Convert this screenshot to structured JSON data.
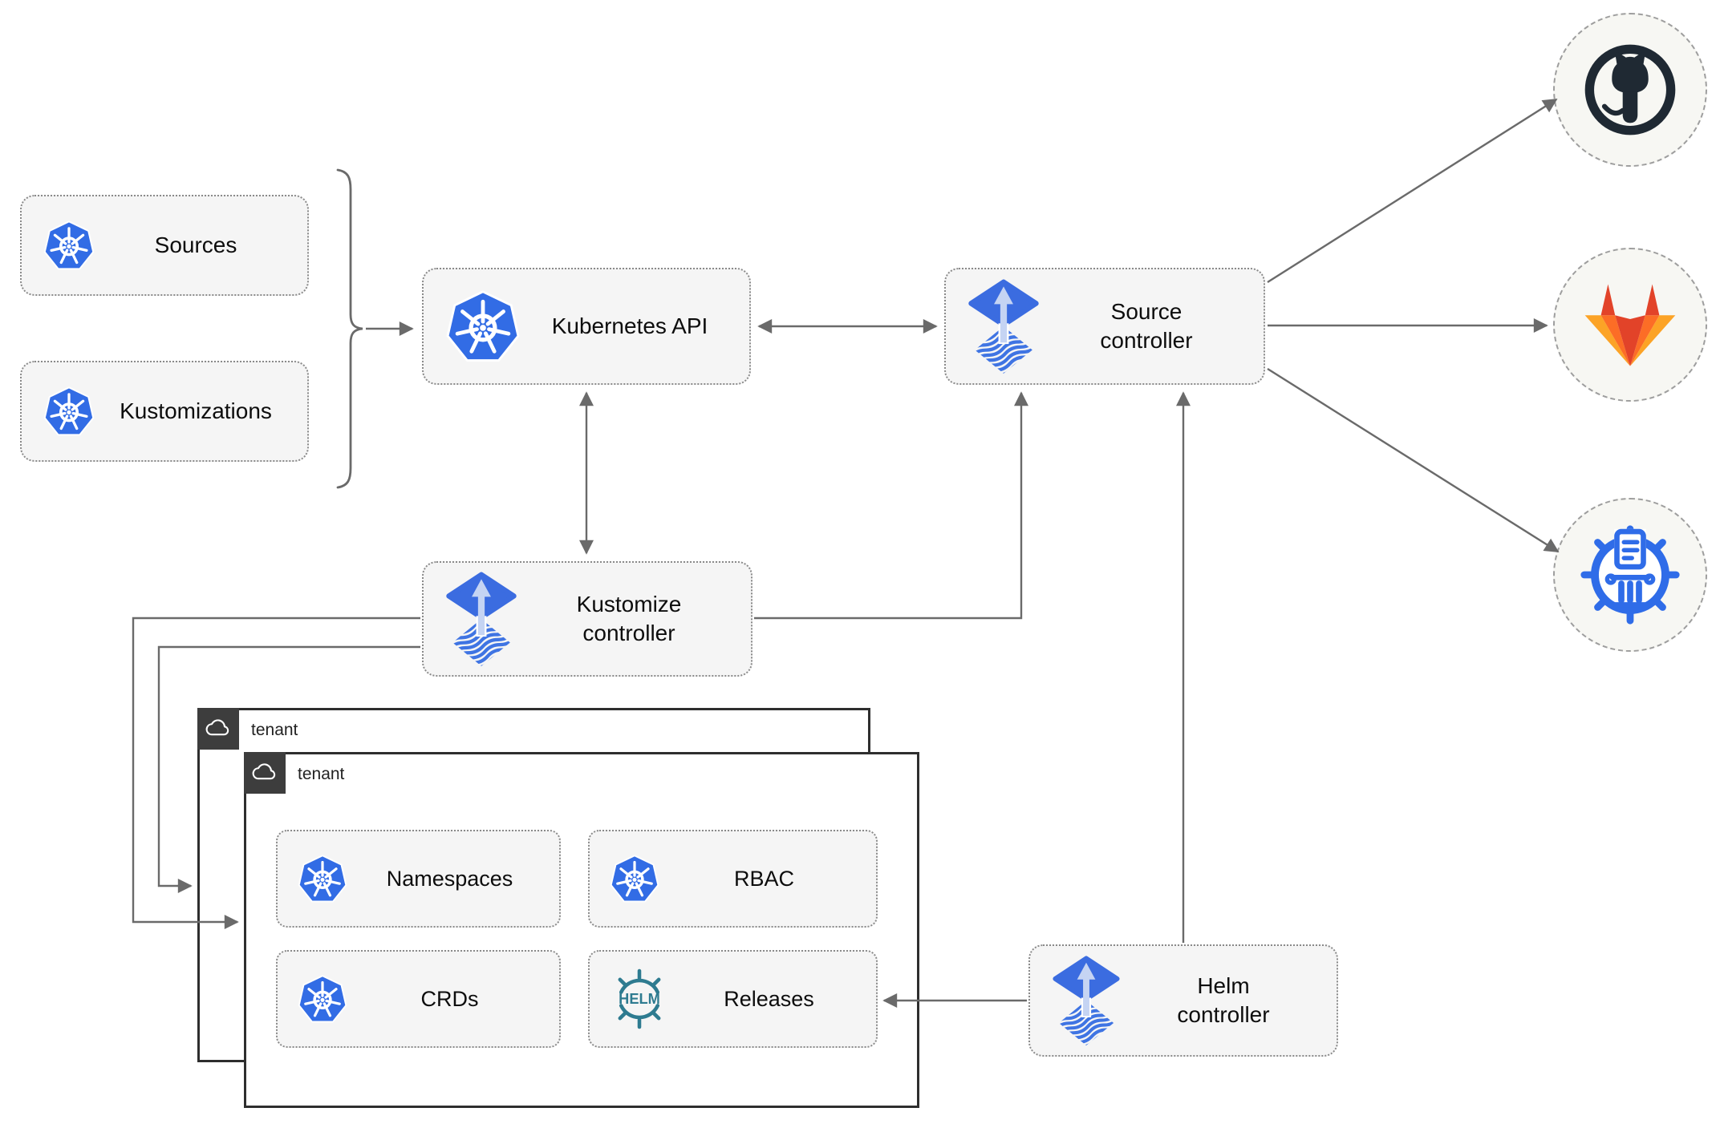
{
  "nodes": {
    "sources": {
      "label": "Sources"
    },
    "kustomizations": {
      "label": "Kustomizations"
    },
    "kubernetes_api": {
      "label": "Kubernetes API"
    },
    "source_controller": {
      "line1": "Source",
      "line2": "controller"
    },
    "kustomize_controller": {
      "line1": "Kustomize",
      "line2": "controller"
    },
    "helm_controller": {
      "line1": "Helm",
      "line2": "controller"
    }
  },
  "tenant_back": {
    "label": "tenant"
  },
  "tenant_front": {
    "label": "tenant"
  },
  "tenant_items": {
    "namespaces": {
      "label": "Namespaces"
    },
    "rbac": {
      "label": "RBAC"
    },
    "crds": {
      "label": "CRDs"
    },
    "releases": {
      "label": "Releases",
      "icon_text": "HELM"
    }
  },
  "remotes": {
    "github": {
      "icon": "github-icon"
    },
    "gitlab": {
      "icon": "gitlab-icon"
    },
    "chartmuseum": {
      "icon": "chartmuseum-icon"
    }
  },
  "colors": {
    "kubernetes_blue": "#326ce5",
    "flux_blue": "#3b6ce0",
    "flux_light_arrow": "#c5d4f3",
    "flux_wave_blue": "#3f74e3",
    "helm_teal": "#2e7b90",
    "github_dark": "#1f2933",
    "gitlab_red": "#e24329",
    "gitlab_orange": "#fc6d26",
    "gitlab_amber": "#fca326",
    "chartmuseum_blue": "#2f6ce8",
    "line_gray": "#6a6a6a",
    "box_fill": "#f5f5f5"
  }
}
